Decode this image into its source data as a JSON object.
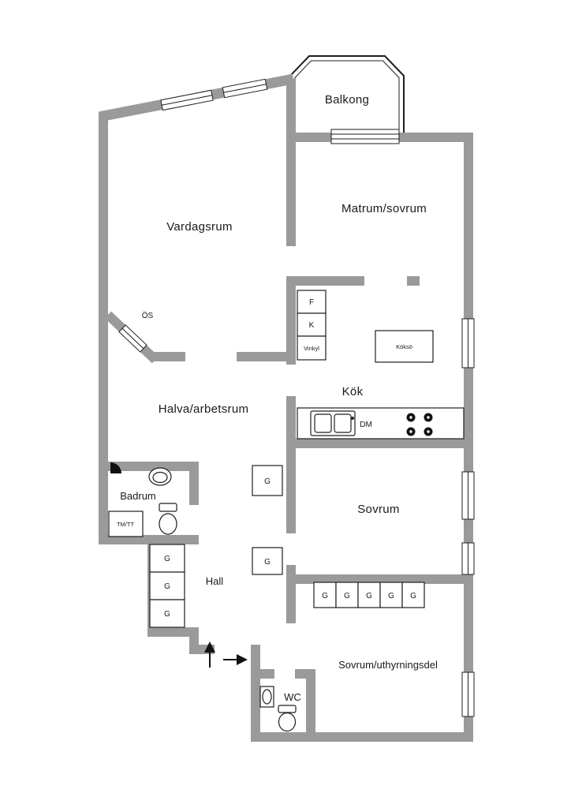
{
  "rooms": {
    "balcony": "Balkong",
    "living": "Vardagsrum",
    "dining_bedroom": "Matrum/sovrum",
    "kitchen": "Kök",
    "workroom": "Halva/arbetsrum",
    "bathroom": "Badrum",
    "hall": "Hall",
    "bedroom": "Sovrum",
    "rental_bedroom": "Sovrum/uthyrningsdel",
    "wc": "WC"
  },
  "fixtures": {
    "fireplace_abbr": "ÖS",
    "fridge_abbr": "F",
    "freezer_abbr": "K",
    "wine_fridge": "Vinkyl",
    "kitchen_island": "Köksö",
    "dishwasher_abbr": "DM",
    "laundry_abbr": "TM/TT",
    "wardrobe_abbr": "G"
  },
  "colors": {
    "wall": "#9a9a9a",
    "background": "#ffffff",
    "line": "#1f1f1f"
  }
}
